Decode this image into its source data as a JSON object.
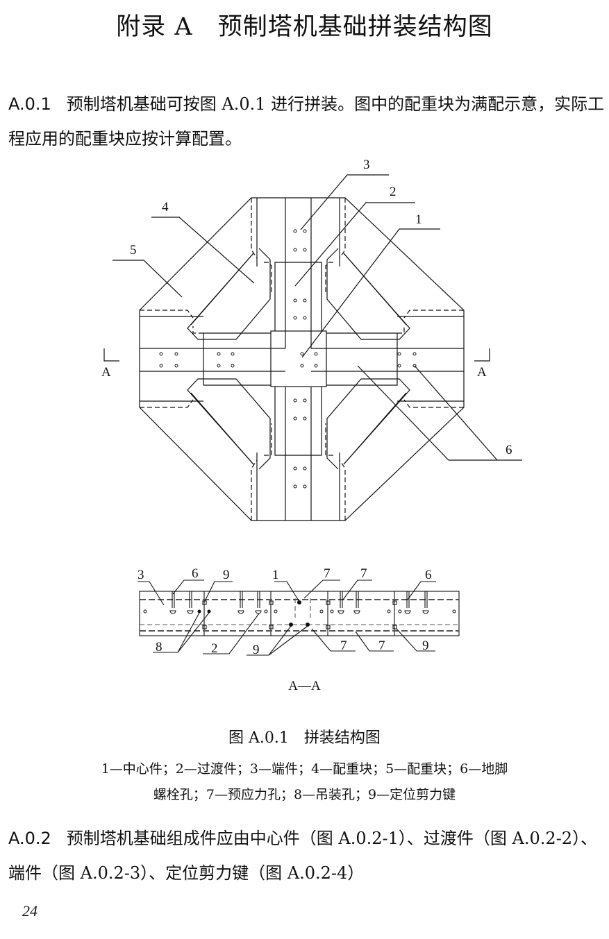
{
  "page_title": {
    "prefix": "附录 A",
    "text": "预制塔机基础拼装结构图"
  },
  "sections": [
    {
      "number": "A.0.1",
      "text": "预制塔机基础可按图 A.0.1 进行拼装。图中的配重块为满配示意，实际工程应用的配重块应按计算配置。"
    },
    {
      "number": "A.0.2",
      "text": "预制塔机基础组成件应由中心件（图 A.0.2-1）、过渡件（图 A.0.2-2）、端件（图 A.0.2-3）、定位剪力键（图 A.0.2-4）"
    }
  ],
  "figure": {
    "plan_labels": [
      "1",
      "2",
      "3",
      "4",
      "5",
      "6"
    ],
    "section_marker": "A",
    "section_labels_top": [
      "3",
      "6",
      "9",
      "1",
      "7",
      "7",
      "6"
    ],
    "section_labels_bottom": [
      "8",
      "2",
      "9",
      "7",
      "7",
      "9"
    ],
    "section_title": "A—A",
    "caption_number": "图 A.0.1",
    "caption_text": "拼装结构图",
    "legend_line1": "1—中心件；2—过渡件；3—端件；4—配重块；5—配重块；6—地脚",
    "legend_line2": "螺栓孔；7—预应力孔；8—吊装孔；9—定位剪力键"
  },
  "page_number": "24"
}
